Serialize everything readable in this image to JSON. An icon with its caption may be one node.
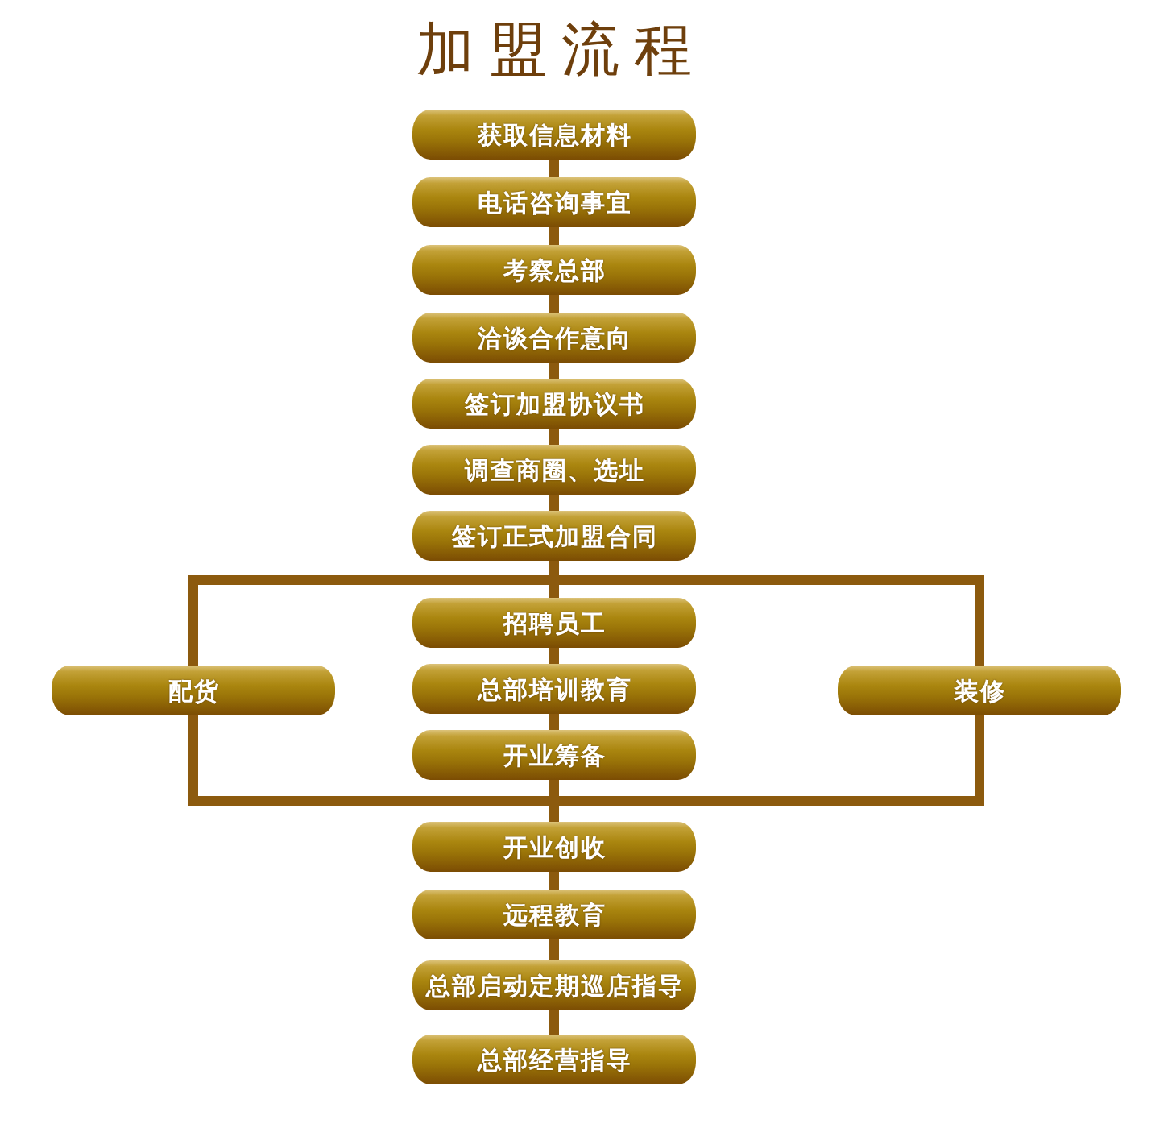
{
  "diagram": {
    "title": "加盟流程",
    "nodes": [
      {
        "text": [
          "获取信息材料"
        ]
      },
      {
        "text": [
          "电话咨询事宜"
        ]
      },
      {
        "text": [
          "考察总部"
        ]
      },
      {
        "text": [
          "洽谈合作意向"
        ]
      },
      {
        "text": [
          "签订加盟协议书"
        ]
      },
      {
        "text": [
          "调查商圈、选址"
        ]
      },
      {
        "text": [
          "签订正式加盟合同"
        ]
      },
      {
        "text": [
          "招聘员工"
        ]
      },
      {
        "text": [
          "配货"
        ]
      },
      {
        "text": [
          "总部培训教育"
        ]
      },
      {
        "text": [
          "装修"
        ]
      },
      {
        "text": [
          "开业筹备"
        ]
      },
      {
        "text": [
          "开业创收"
        ]
      },
      {
        "text": [
          "远程教育"
        ]
      },
      {
        "text": [
          "总部启动定期巡店指导"
        ]
      },
      {
        "text": [
          "总部经营指导"
        ]
      }
    ],
    "edges": [
      {
        "from": 0,
        "to": 1,
        "arrow": "none"
      },
      {
        "from": 1,
        "to": 2,
        "arrow": "none"
      },
      {
        "from": 2,
        "to": 3,
        "arrow": "none"
      },
      {
        "from": 3,
        "to": 4,
        "arrow": "none"
      },
      {
        "from": 4,
        "to": 5,
        "arrow": "none"
      },
      {
        "from": 5,
        "to": 6,
        "arrow": "none"
      },
      {
        "from": 6,
        "to": 8,
        "arrow": "none"
      },
      {
        "from": 6,
        "to": 7,
        "arrow": "none"
      },
      {
        "from": 6,
        "to": 10,
        "arrow": "none"
      },
      {
        "from": 7,
        "to": 9,
        "arrow": "none"
      },
      {
        "from": 9,
        "to": 11,
        "arrow": "none"
      },
      {
        "from": 8,
        "to": 12,
        "arrow": "none"
      },
      {
        "from": 11,
        "to": 12,
        "arrow": "none"
      },
      {
        "from": 10,
        "to": 12,
        "arrow": "none"
      },
      {
        "from": 12,
        "to": 13,
        "arrow": "none"
      },
      {
        "from": 13,
        "to": 14,
        "arrow": "none"
      },
      {
        "from": 14,
        "to": 15,
        "arrow": "none"
      }
    ]
  }
}
